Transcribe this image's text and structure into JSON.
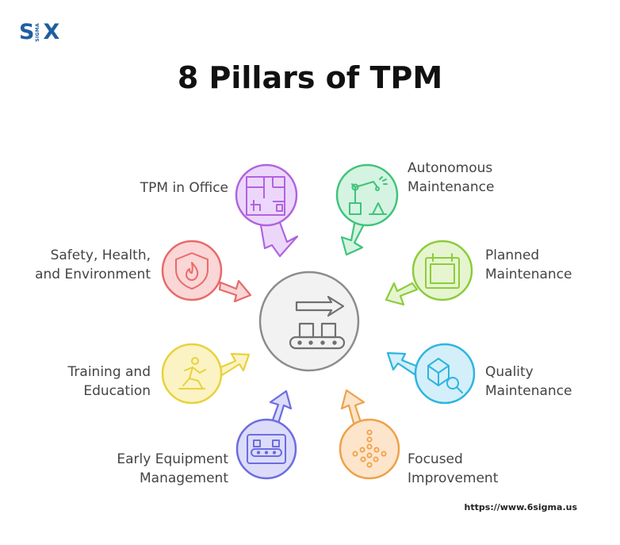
{
  "brand": {
    "logo_text_s": "S",
    "logo_text_x": "X",
    "logo_sub": "SIGMA"
  },
  "title": "8 Pillars of TPM",
  "center": {
    "icon": "conveyor-belt-arrow-icon"
  },
  "pillars": [
    {
      "id": "tpm-in-office",
      "lines": [
        "TPM in Office"
      ],
      "color": "#b063e0",
      "fill": "#ecd7fb",
      "icon": "office-floor-plan-icon"
    },
    {
      "id": "autonomous-maintenance",
      "lines": [
        "Autonomous",
        "Maintenance"
      ],
      "color": "#3ec47a",
      "fill": "#d5f3e1",
      "icon": "robot-arm-icon"
    },
    {
      "id": "planned-maintenance",
      "lines": [
        "Planned",
        "Maintenance"
      ],
      "color": "#8ccc3a",
      "fill": "#e6f5d0",
      "icon": "calendar-icon"
    },
    {
      "id": "quality-maintenance",
      "lines": [
        "Quality",
        "Maintenance"
      ],
      "color": "#2eb4e0",
      "fill": "#d3effa",
      "icon": "box-magnifier-icon"
    },
    {
      "id": "focused-improvement",
      "lines": [
        "Focused",
        "Improvement"
      ],
      "color": "#f0a048",
      "fill": "#fde5cb",
      "icon": "dots-arrow-icon"
    },
    {
      "id": "early-equipment-management",
      "lines": [
        "Early Equipment",
        "Management"
      ],
      "color": "#6c6ce0",
      "fill": "#dcdcfa",
      "icon": "conveyor-icon"
    },
    {
      "id": "training-and-education",
      "lines": [
        "Training and",
        "Education"
      ],
      "color": "#e8d23a",
      "fill": "#fbf3c4",
      "icon": "person-learning-icon"
    },
    {
      "id": "safety-health-environment",
      "lines": [
        "Safety, Health,",
        "and Environment"
      ],
      "color": "#e86a6a",
      "fill": "#fbd6d6",
      "icon": "shield-flame-icon"
    }
  ],
  "footer": {
    "url": "https://www.6sigma.us"
  }
}
